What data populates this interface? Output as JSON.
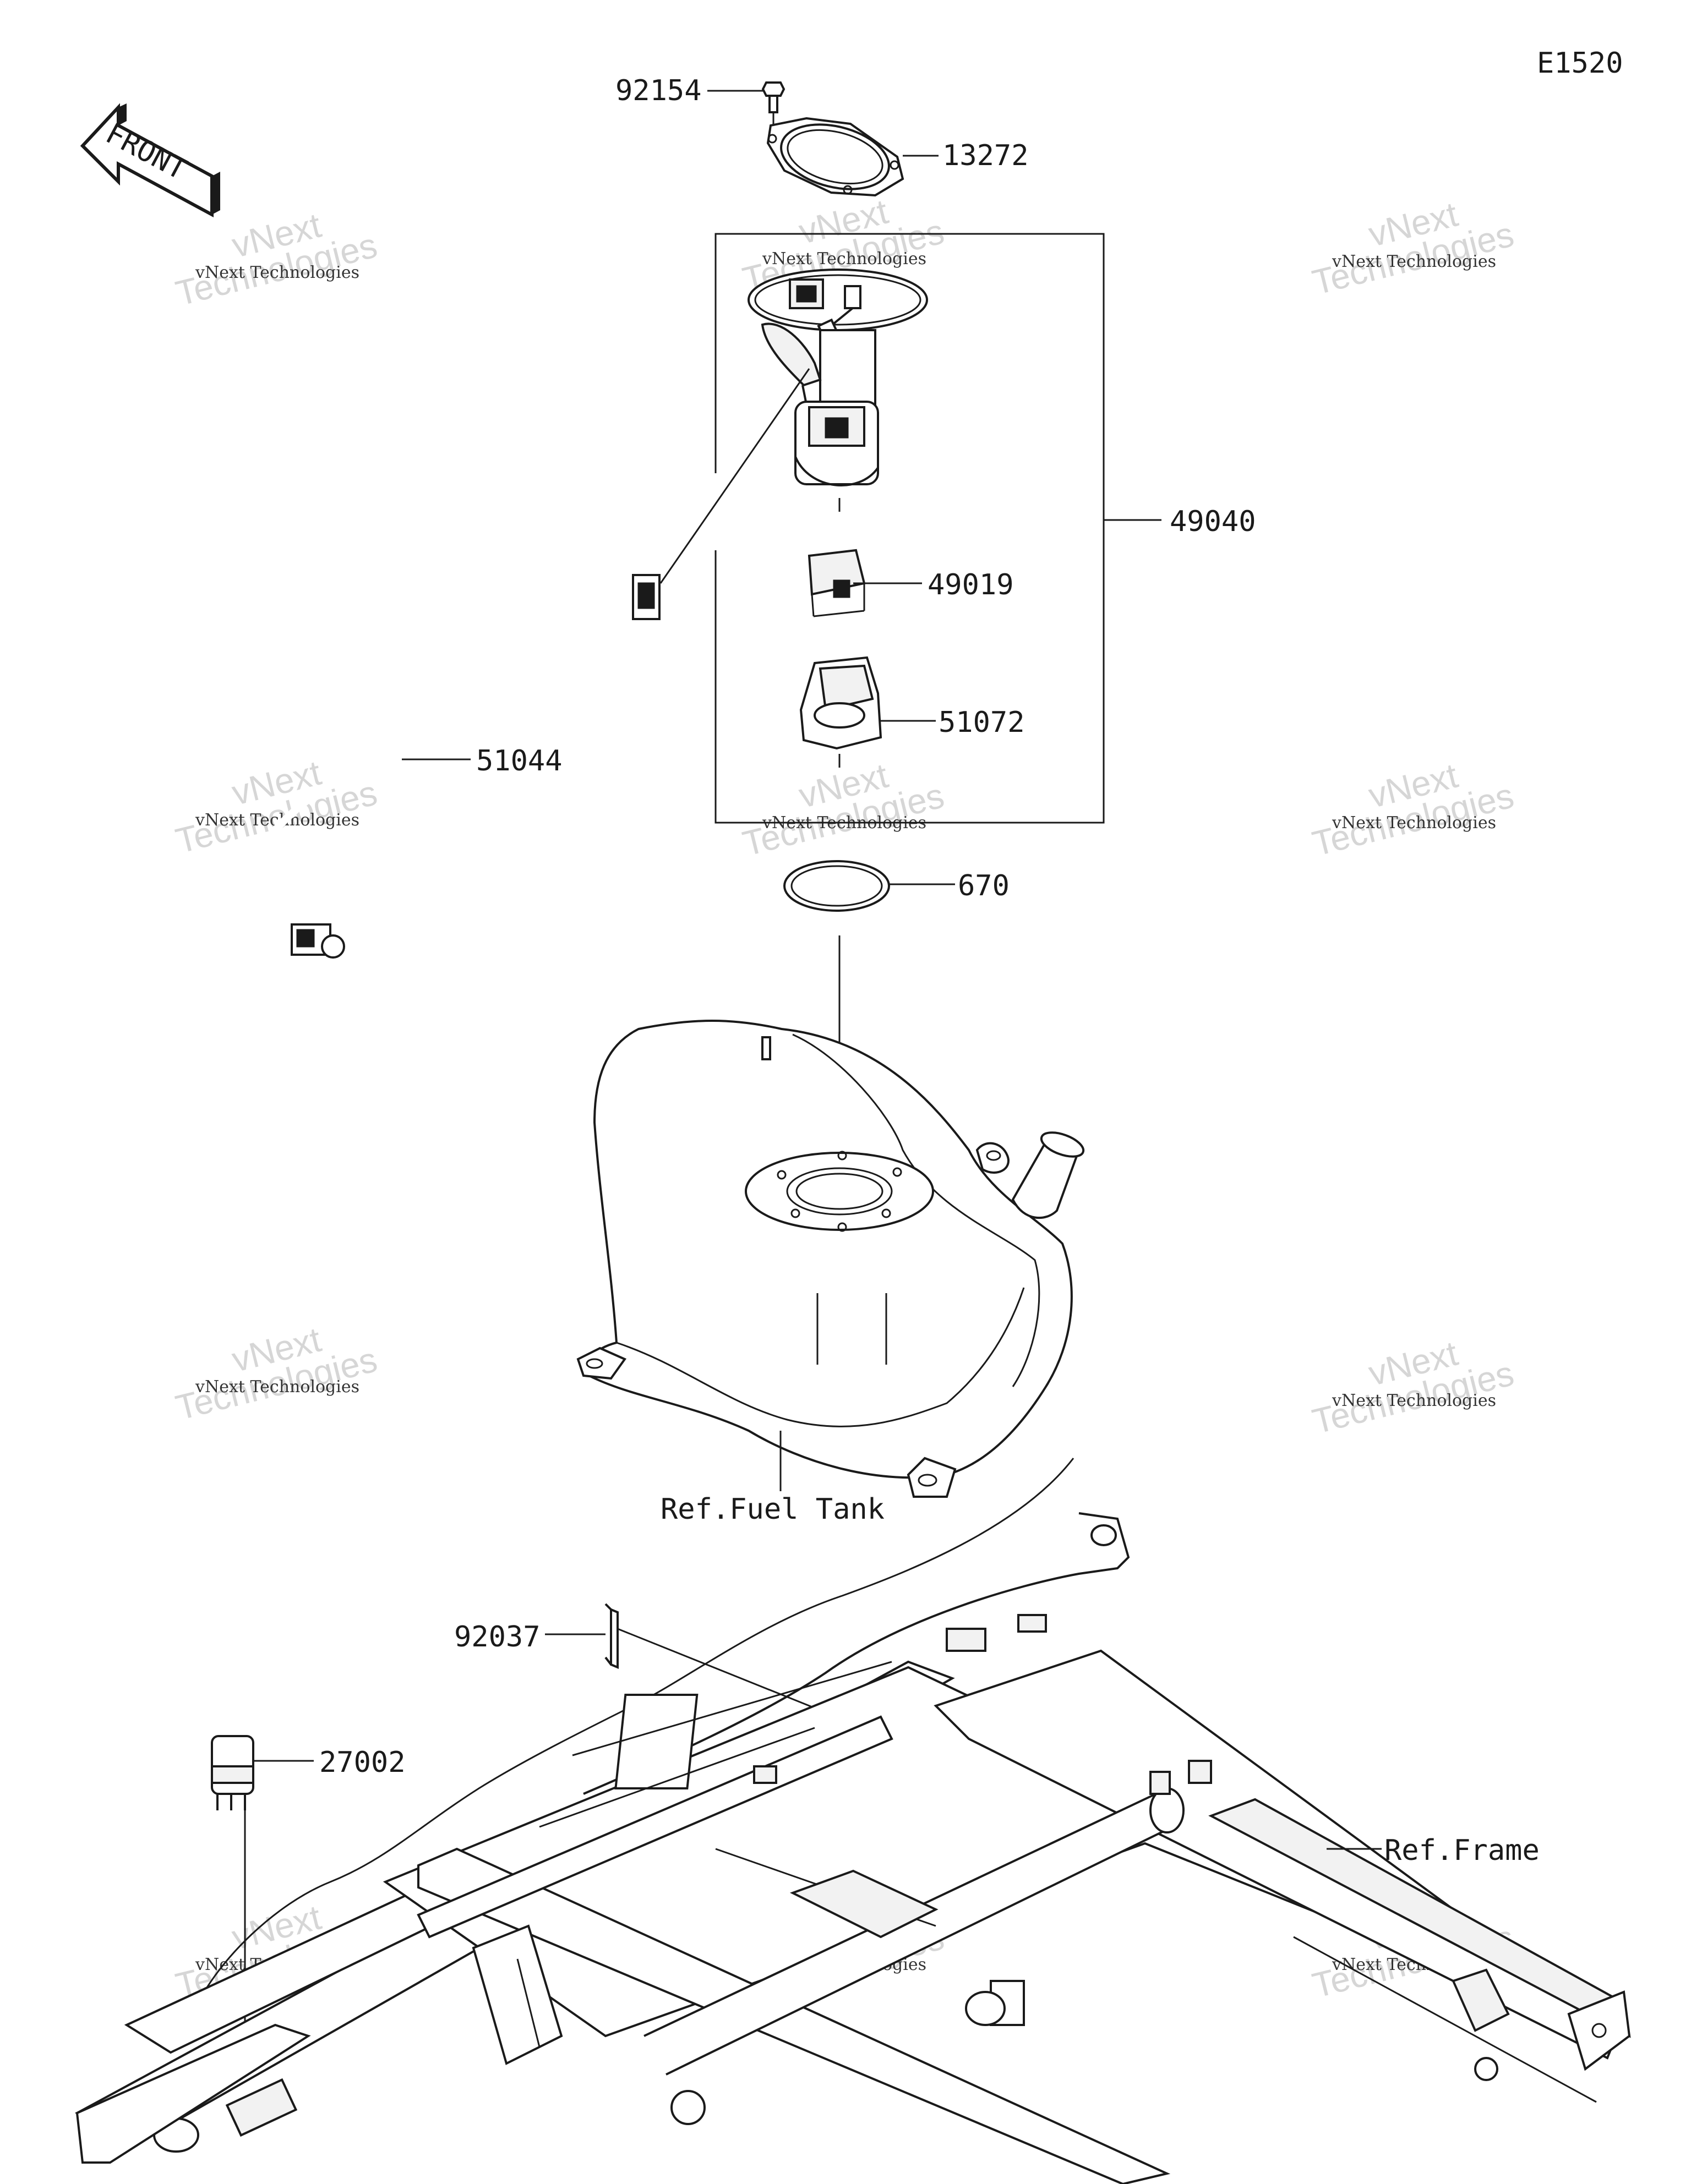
{
  "diagram_code": "E1520",
  "front_arrow_label": "FRONT",
  "colors": {
    "ink": "#1a1a1a",
    "watermark": "#d6d6d6",
    "background": "#ffffff"
  },
  "parts": {
    "p92154": "92154",
    "p13272": "13272",
    "p49040": "49040",
    "p49019": "49019",
    "p51072": "51072",
    "p51044": "51044",
    "p670": "670",
    "p92037": "92037",
    "p27002": "27002"
  },
  "references": {
    "fuel_tank": "Ref.Fuel Tank",
    "frame": "Ref.Frame"
  },
  "watermark": {
    "line1": "vNext Technologies",
    "line2": "vNext",
    "line3": "Technologies"
  }
}
